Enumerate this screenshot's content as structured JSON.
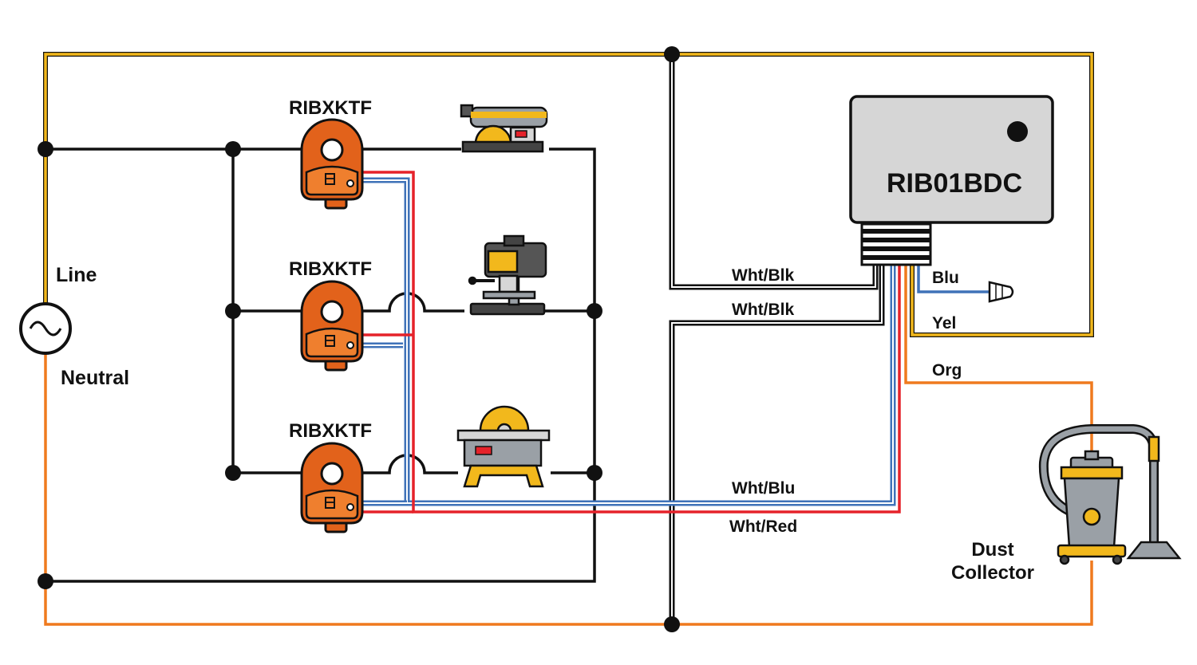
{
  "source": {
    "line_label": "Line",
    "neutral_label": "Neutral"
  },
  "sensors": [
    {
      "label": "RIBXKTF",
      "tool": "belt-sander-icon"
    },
    {
      "label": "RIBXKTF",
      "tool": "drill-press-icon"
    },
    {
      "label": "RIBXKTF",
      "tool": "table-saw-icon"
    }
  ],
  "controller": {
    "label": "RIB01BDC"
  },
  "wires": {
    "wht_blk_1": "Wht/Blk",
    "wht_blk_2": "Wht/Blk",
    "blu": "Blu",
    "yel": "Yel",
    "org": "Org",
    "wht_blu": "Wht/Blu",
    "wht_red": "Wht/Red"
  },
  "load": {
    "label_line1": "Dust",
    "label_line2": "Collector",
    "icon": "shop-vacuum-icon"
  },
  "colors": {
    "line": "#f2b81c",
    "neutral": "#ef7a1e",
    "black": "#111111",
    "blue": "#3f72b8",
    "red": "#e5222a",
    "sensor": "#e2621b",
    "controller": "#d6d6d6"
  }
}
